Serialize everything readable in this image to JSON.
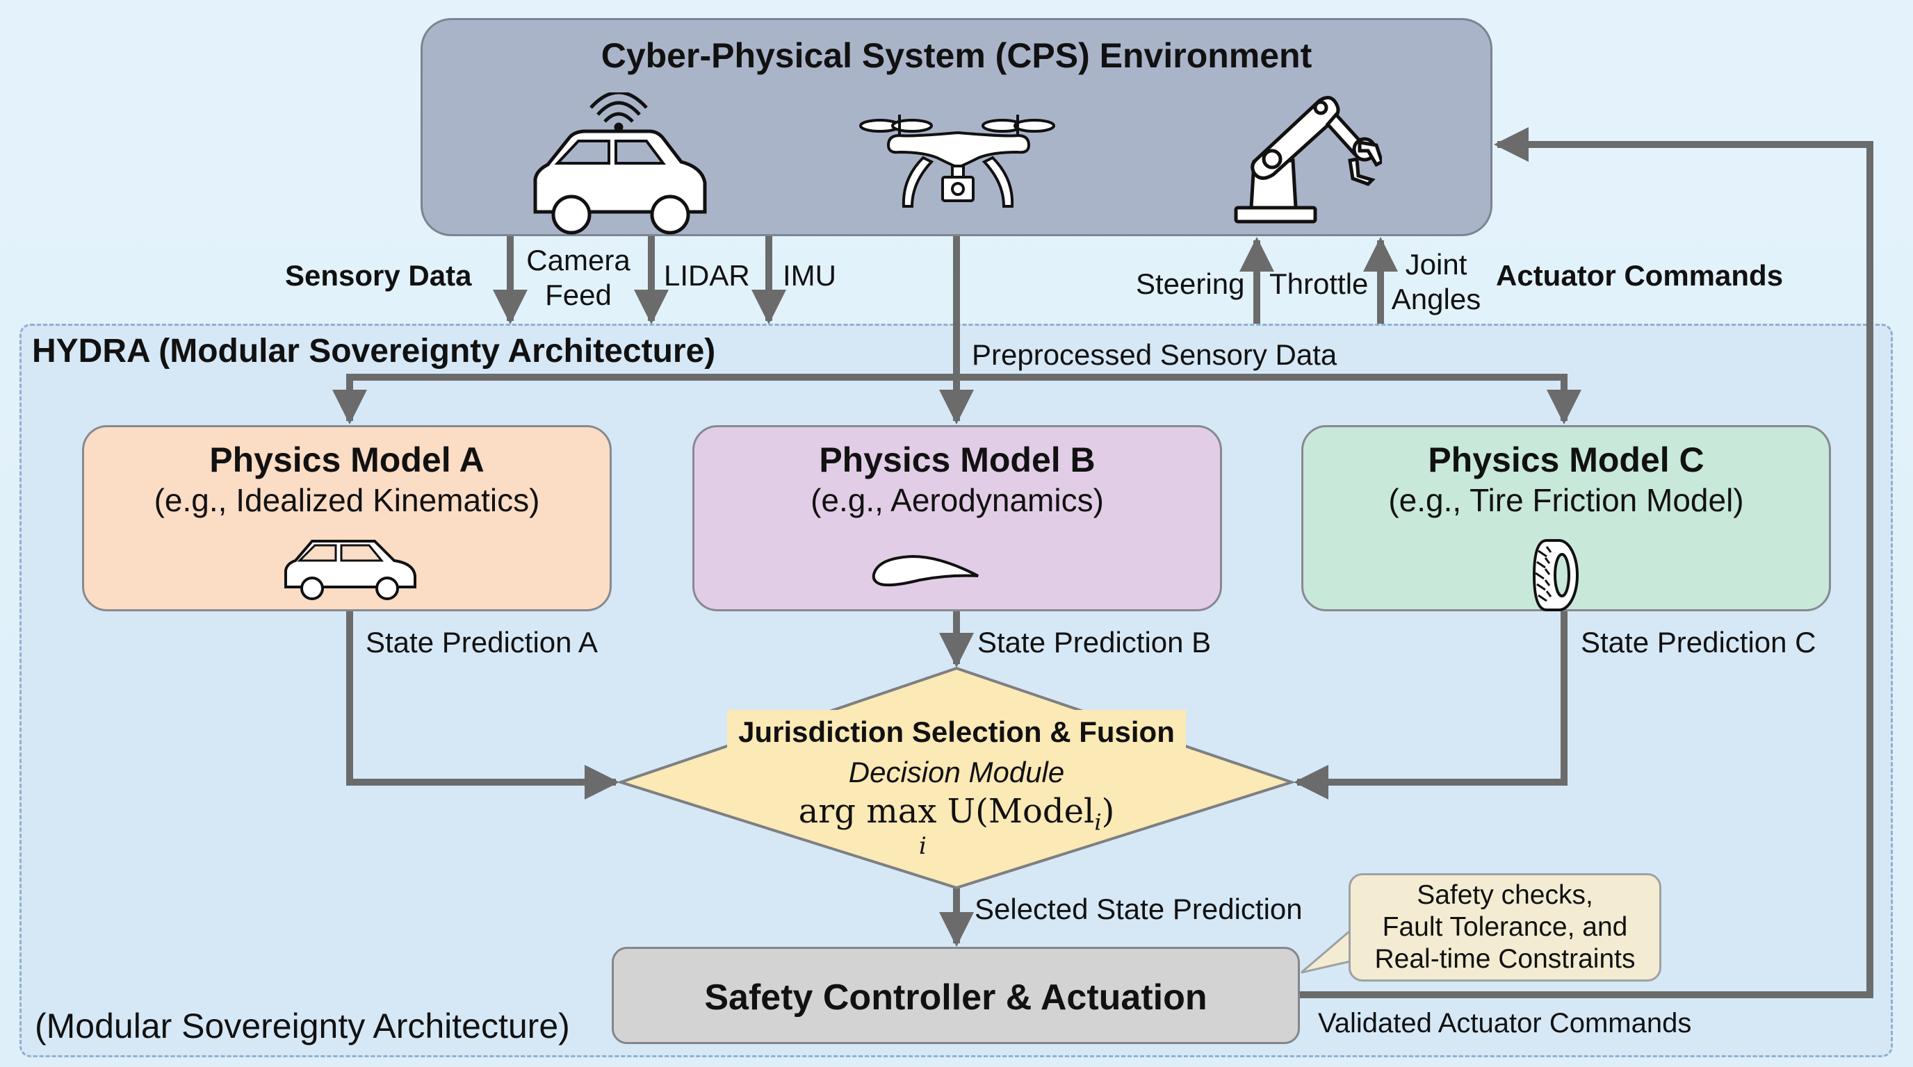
{
  "cps": {
    "title": "Cyber-Physical System (CPS) Environment",
    "icons": [
      "connected-car-icon",
      "drone-icon",
      "robot-arm-icon"
    ]
  },
  "sensory": {
    "heading": "Sensory Data",
    "channels": [
      "Camera\nFeed",
      "LIDAR",
      "IMU"
    ],
    "channel_camera_l1": "Camera",
    "channel_camera_l2": "Feed",
    "channel_lidar": "LIDAR",
    "channel_imu": "IMU"
  },
  "actuator": {
    "heading": "Actuator Commands",
    "steering": "Steering",
    "throttle": "Throttle",
    "joint_l1": "Joint",
    "joint_l2": "Angles"
  },
  "hydra": {
    "title": "HYDRA (Modular Sovereignty Architecture)",
    "footer": "(Modular Sovereignty Architecture)",
    "preprocessed_label": "Preprocessed Sensory Data"
  },
  "models": [
    {
      "title": "Physics Model A",
      "subtitle": "(e.g., Idealized Kinematics)",
      "icon": "car-icon",
      "color": "#fbdcc5",
      "output": "State Prediction A"
    },
    {
      "title": "Physics Model B",
      "subtitle": "(e.g., Aerodynamics)",
      "icon": "airfoil-icon",
      "color": "#e2cde6",
      "output": "State Prediction B"
    },
    {
      "title": "Physics Model C",
      "subtitle": "(e.g., Tire Friction Model)",
      "icon": "tire-icon",
      "color": "#c8e8da",
      "output": "State Prediction C"
    }
  ],
  "decision": {
    "title": "Jurisdiction Selection & Fusion",
    "subtitle": "Decision Module",
    "formula": "arg max U(Model",
    "formula_sub": "i",
    "formula_close": ")",
    "under": "i",
    "output": "Selected State Prediction"
  },
  "safety": {
    "title": "Safety Controller & Actuation",
    "callout_l1": "Safety checks,",
    "callout_l2": "Fault Tolerance, and",
    "callout_l3": "Real-time Constraints",
    "output": "Validated Actuator Commands"
  },
  "colors": {
    "wire": "#6b6b6b",
    "cps_fill": "#aab4c9",
    "decision_fill": "#fbe9b6",
    "safety_fill": "#d3d3d3",
    "callout_fill": "#f4ecd2",
    "frame_dash": "#8fb0cf"
  }
}
